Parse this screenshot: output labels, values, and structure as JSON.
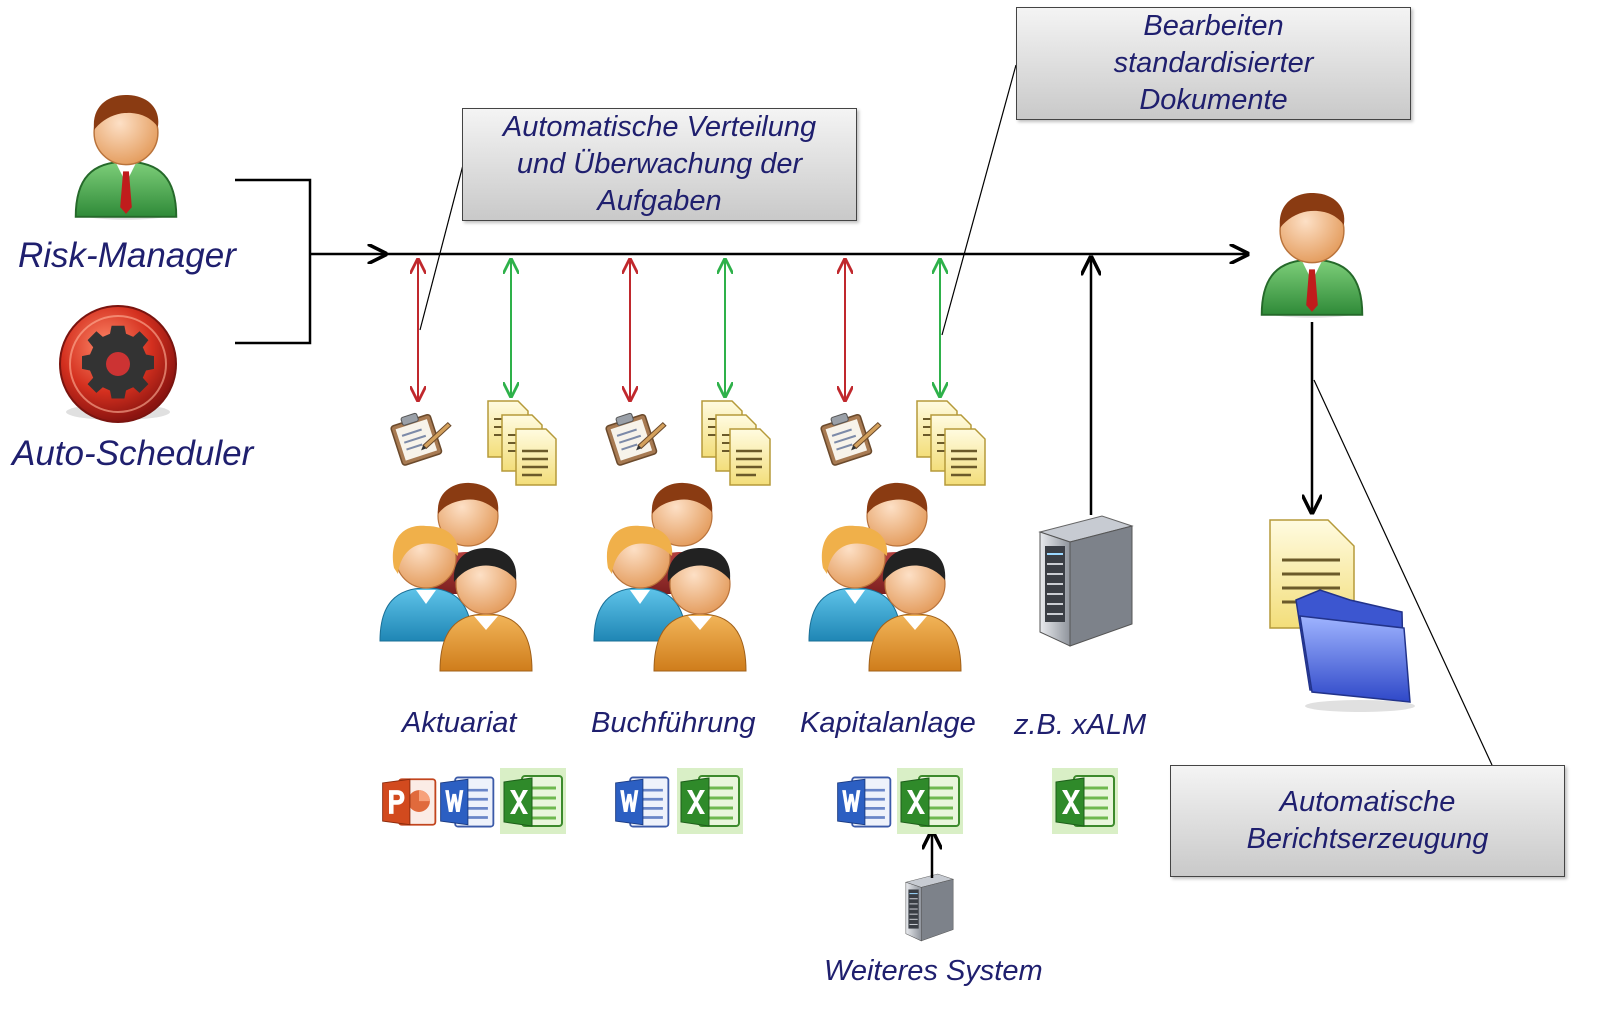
{
  "actors": {
    "risk_manager": "Risk-Manager",
    "auto_scheduler": "Auto-Scheduler"
  },
  "callouts": {
    "verteilung": [
      "Automatische Verteilung",
      "und Überwachung der",
      "Aufgaben"
    ],
    "bearbeiten": [
      "Bearbeiten",
      "standardisierter",
      "Dokumente"
    ],
    "bericht": [
      "Automatische",
      "Berichtserzeugung"
    ]
  },
  "departments": {
    "aktuariat": "Aktuariat",
    "buchfuehrung": "Buchführung",
    "kapitalanlage": "Kapitalanlage",
    "xalm": "z.B. xALM"
  },
  "other_system": "Weiteres System",
  "colors": {
    "text": "#1f1f6e",
    "task_arrow": "#c0282d",
    "document_arrow": "#2eb14a",
    "line": "#000000"
  }
}
